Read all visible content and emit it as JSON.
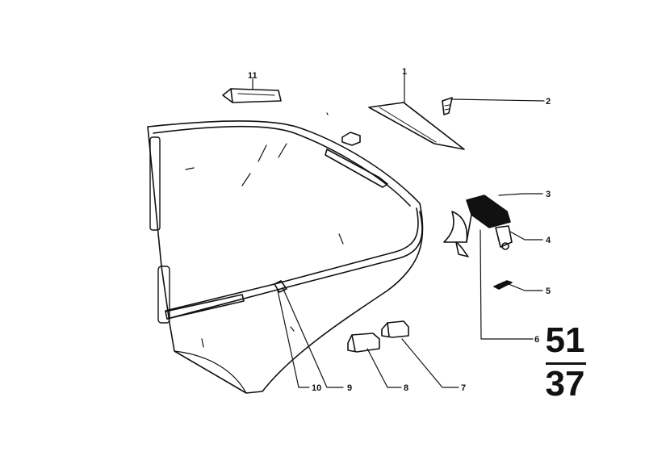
{
  "callouts": {
    "c1": "1",
    "c2": "2",
    "c3": "3",
    "c4": "4",
    "c5": "5",
    "c6": "6",
    "c7": "7",
    "c8": "8",
    "c9": "9",
    "c10": "10",
    "c11": "11"
  },
  "group": {
    "top": "51",
    "bottom": "37"
  },
  "colors": {
    "ink": "#111111",
    "paper": "#ffffff"
  }
}
